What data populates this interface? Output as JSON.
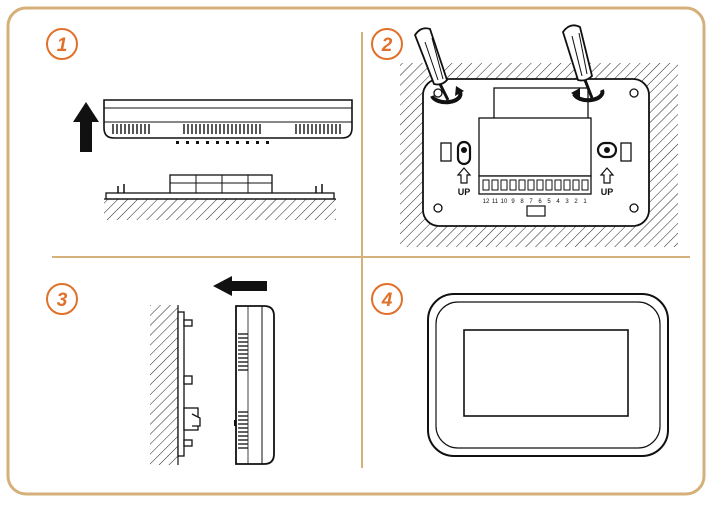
{
  "steps": [
    {
      "number": "1",
      "description": "Lift thermostat body off the wall base"
    },
    {
      "number": "2",
      "description": "Loosen screws on both sides"
    },
    {
      "number": "3",
      "description": "Slide body toward the wall base"
    },
    {
      "number": "4",
      "description": "Mounted thermostat (front view)"
    }
  ],
  "labels": {
    "up_left": "UP",
    "up_right": "UP",
    "terminals": [
      "12",
      "11",
      "10",
      "9",
      "8",
      "7",
      "6",
      "5",
      "4",
      "3",
      "2",
      "1"
    ]
  },
  "colors": {
    "frame": "#d5b07a",
    "badge": "#e0702a",
    "line": "#1a1a1a"
  }
}
